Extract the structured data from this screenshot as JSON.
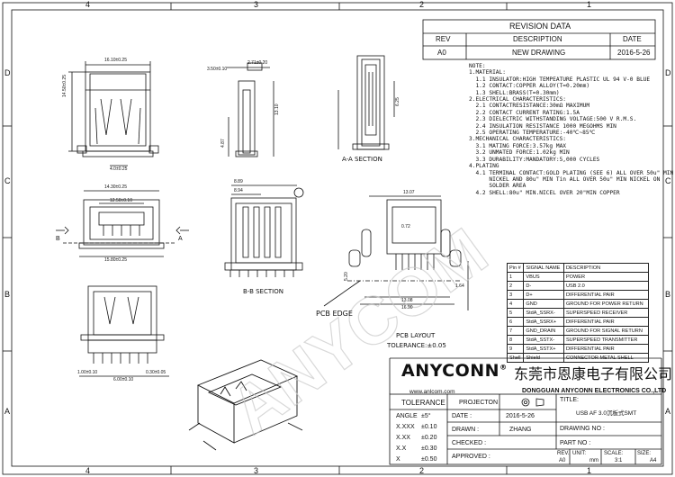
{
  "border": {
    "zones_top": [
      "4",
      "3",
      "2",
      "1"
    ],
    "zones_bottom": [
      "4",
      "3",
      "2",
      "1"
    ],
    "zones_left": [
      "D",
      "C",
      "B",
      "A"
    ],
    "zones_right": [
      "D",
      "C",
      "B",
      "A"
    ]
  },
  "revision": {
    "title": "REVISION DATA",
    "headers": [
      "REV",
      "DESCRIPTION",
      "DATE"
    ],
    "row": [
      "A0",
      "NEW DRAWING",
      "2016-5-26"
    ]
  },
  "notes": [
    "NOTE:",
    "1.MATERIAL:",
    "  1.1 INSULATOR:HIGH TEMPEATURE PLASTIC UL 94 V-0 BLUE",
    "  1.2 CONTACT:COPPER ALLOY(T=0.20mm)",
    "  1.3 SHELL:BRASS(T=0.30mm)",
    "2.ELECTRICAL CHARACTERISTICS:",
    "  2.1 CONTACTRESISTANCE:30mΩ MAXIMUM",
    "  2.2 CONTACT CURRENT RATING:1.5A",
    "  2.3 DIELECTRIC WITHSTANDING VOLTAGE:500 V R.M.S.",
    "  2.4 INSULATION RESISTANCE 1000 MEGOHMS MIN",
    "  2.5 OPERATING TEMPERATURE:-40℃~85℃",
    "3.MECHANICAL CHARACTERISTICS:",
    "  3.1 MATING FORCE:3.57kg MAX",
    "  3.2 UNMATED FORCE:1.02kg MIN",
    "  3.3 DURABILITY:MANDATORY:5,000 CYCLES",
    "4.PLATING",
    "  4.1 TERMINAL CONTACT:GOLD PLATING (SEE 6) ALL OVER 50u\" MIN",
    "      NICKEL AND 80u\" MIN Tin ALL OVER 50u\" MIN NICKEL ON",
    "      SOLDER AREA",
    "  4.2 SHELL:80u\" MIN.NICEL OVER 20\"MIN COPPER"
  ],
  "pins": {
    "headers": [
      "Pin #",
      "SIGNAL NAME",
      "DESCRIPTION"
    ],
    "rows": [
      [
        "1",
        "VBUS",
        "POWER"
      ],
      [
        "2",
        "D-",
        "USB 2.0"
      ],
      [
        "3",
        "D+",
        "DIFFERENTIAL PAIR"
      ],
      [
        "4",
        "GND",
        "GROUND FOR POWER RETURN"
      ],
      [
        "5",
        "StdA_SSRX-",
        "SUPERSPEED RECEIVER"
      ],
      [
        "6",
        "StdA_SSRX+",
        "DIFFERENTIAL PAIR"
      ],
      [
        "7",
        "GND_DRAIN",
        "GROUND FOR SIGNAL RETURN"
      ],
      [
        "8",
        "StdA_SSTX-",
        "SUPERSPEED TRANSMITTER"
      ],
      [
        "9",
        "StdA_SSTX+",
        "DIFFERENTIAL PAIR"
      ],
      [
        "Shell",
        "Shield",
        "CONNECTOR METAL SHELL"
      ]
    ]
  },
  "labels": {
    "aa_section": "A-A SECTION",
    "bb_section": "B-B SECTION",
    "pcb_edge": "PCB EDGE",
    "pcb_layout": "PCB LAYOUT",
    "tolerance_note": "TOLERANCE:±0.05",
    "watermark": "ANYCOM"
  },
  "dimensions": {
    "top_width": "16.10±0.25",
    "top_height": "14.50±0.25",
    "top_tab": "4.0±0.25",
    "side_a": "3.50±0.10",
    "side_b": "2.71±0.20",
    "side_h": "13.10",
    "side_h2": "4.87",
    "aa_h": "6.25",
    "front_w": "14.30±0.25",
    "front_inner": "12.50±0.10",
    "front_bottom": "15.80±0.25",
    "bb_top": "8.89",
    "bb_left": "8.94",
    "pcb_top": "13.07",
    "pcb_w1": "13.08",
    "pcb_w2": "16.90",
    "pcb_h": "5.20",
    "pcb_pitch": "0.72",
    "pcb_side": "1.64",
    "bottom_left": "1.00±0.10",
    "bottom_mid": "6.00±0.10",
    "bottom_right": "0.30±0.05",
    "arrow_a": "A",
    "arrow_b": "B"
  },
  "company": {
    "logo": "ANYCONN",
    "registered": "®",
    "name_cn": "东莞市恩康电子有限公司",
    "name_en": "DONGGUAN ANYCONN ELECTRONICS CO.,LTD",
    "website": "www.anlcom.com"
  },
  "title_block": {
    "tolerance_title": "TOLERANCE",
    "tolerances": [
      [
        "ANGLE",
        "±5°"
      ],
      [
        "X.XXX",
        "±0.10"
      ],
      [
        "X.XX",
        "±0.20"
      ],
      [
        "X.X",
        "±0.30"
      ],
      [
        "X",
        "±0.50"
      ]
    ],
    "projection_label": "PROJECTON",
    "title_label": "TITLE:",
    "title_value": "USB AF 3.0沉板式SMT",
    "date_label": "DATE :",
    "date_value": "2016-5-26",
    "drawn_label": "DRAWN :",
    "drawn_value": "ZHANG",
    "drawing_no_label": "DRAWING NO :",
    "checked_label": "CHECKED :",
    "part_no_label": "PART NO :",
    "approved_label": "APPROVED :",
    "rev_label": "REV.",
    "rev_value": "A0",
    "unit_label": "UNIT:",
    "unit_value": "mm",
    "scale_label": "SCALE:",
    "scale_value": "3:1",
    "size_label": "SIZE:",
    "size_value": "A4"
  }
}
